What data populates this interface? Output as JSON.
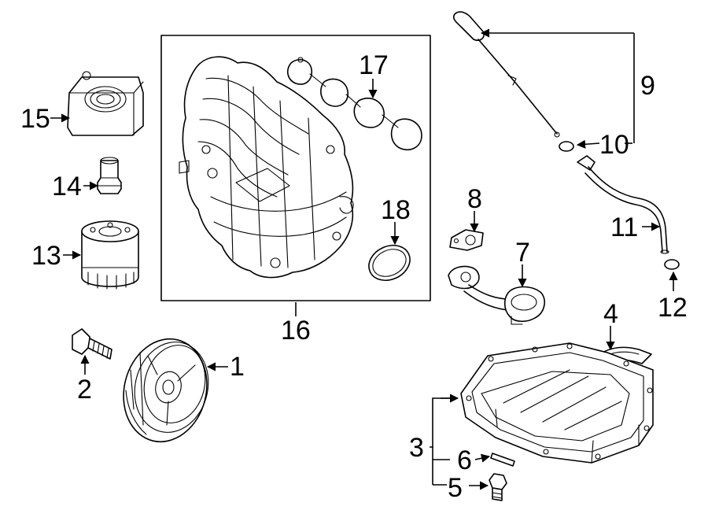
{
  "callouts": {
    "c1": "1",
    "c2": "2",
    "c3": "3",
    "c4": "4",
    "c5": "5",
    "c6": "6",
    "c7": "7",
    "c8": "8",
    "c9": "9",
    "c10": "10",
    "c11": "11",
    "c12": "12",
    "c13": "13",
    "c14": "14",
    "c15": "15",
    "c16": "16",
    "c17": "17",
    "c18": "18"
  },
  "colors": {
    "line": "#000000",
    "background": "#ffffff"
  },
  "parts": [
    "crankshaft-pulley",
    "pulley-bolt",
    "oil-pan",
    "oil-pan-gasket",
    "drain-plug",
    "dowel-pin",
    "oil-pickup-tube",
    "pickup-gasket",
    "oil-dipstick",
    "dipstick-o-ring",
    "dipstick-tube",
    "tube-o-ring",
    "oil-filter",
    "filter-adapter",
    "oil-cooler",
    "intake-manifold",
    "manifold-gasket",
    "throttle-body-gasket"
  ]
}
